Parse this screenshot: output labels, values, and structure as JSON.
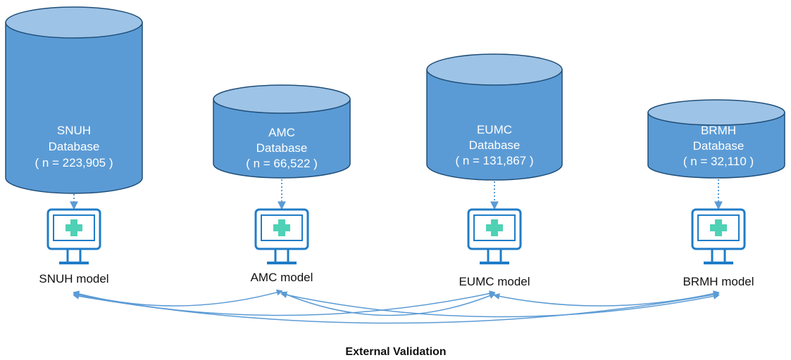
{
  "sites": [
    {
      "db_name": "SNUH",
      "db_word": "Database",
      "db_count": "( n = 223,905 )",
      "model_label": "SNUH model"
    },
    {
      "db_name": "AMC",
      "db_word": "Database",
      "db_count": "( n = 66,522 )",
      "model_label": "AMC model"
    },
    {
      "db_name": "EUMC",
      "db_word": "Database",
      "db_count": "( n = 131,867 )",
      "model_label": "EUMC model"
    },
    {
      "db_name": "BRMH",
      "db_word": "Database",
      "db_count": "( n = 32,110 )",
      "model_label": "BRMH model"
    }
  ],
  "footer": {
    "label": "External Validation"
  },
  "colors": {
    "cylinder_body": "#5b9bd5",
    "cylinder_top": "#9dc3e6",
    "cylinder_outline": "#1f4e79",
    "connector": "#5b9bd5",
    "monitor": "#1f7cc7",
    "cross": "#4fd1b5"
  },
  "icons": [
    "database-cylinder-icon",
    "medical-monitor-icon"
  ]
}
